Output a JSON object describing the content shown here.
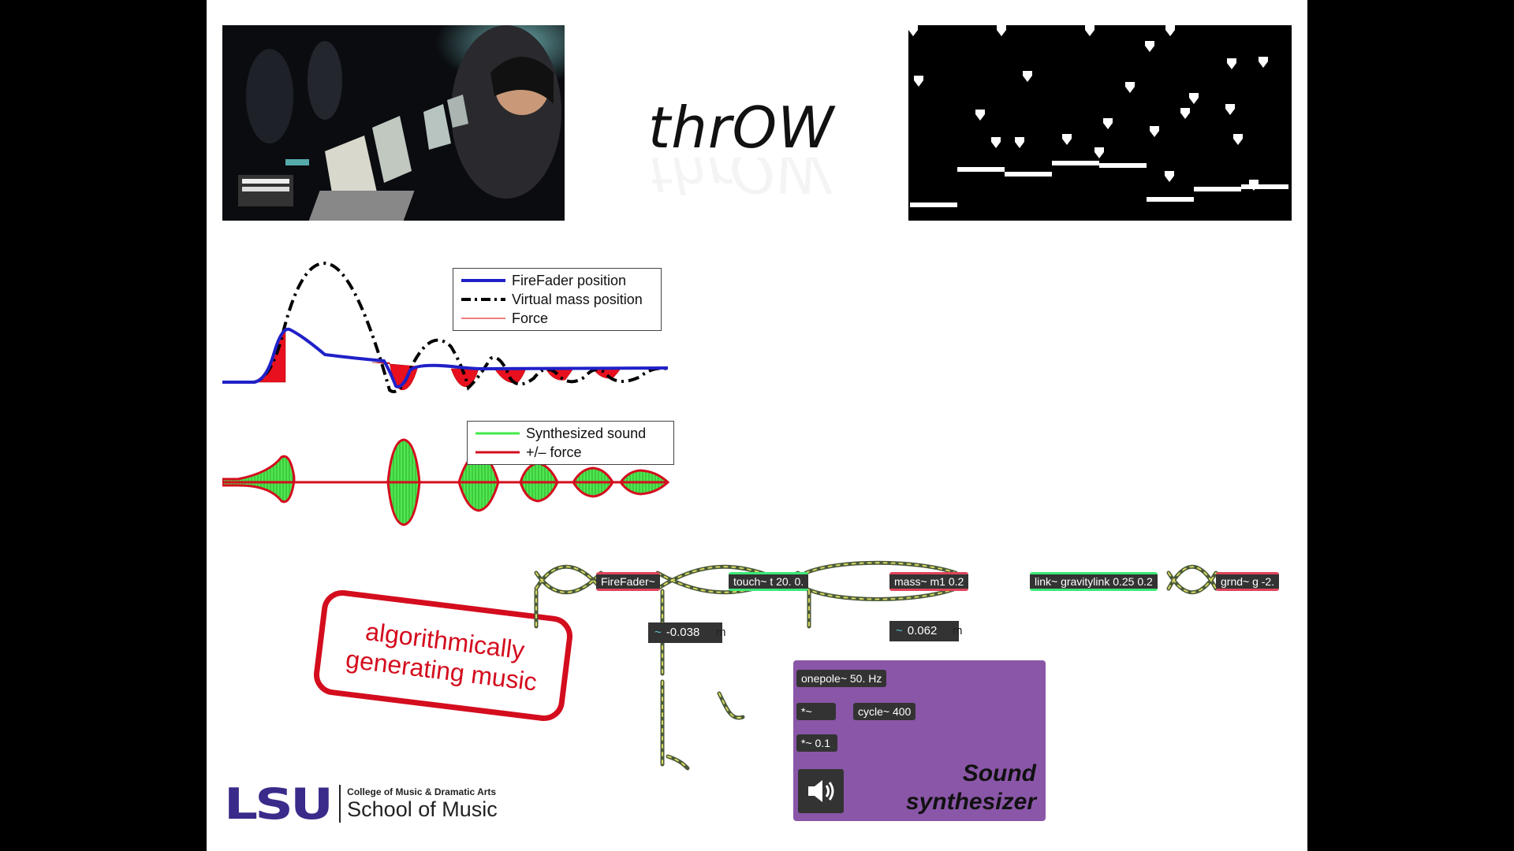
{
  "slide": {
    "title": "thrOW"
  },
  "chart_data": [
    {
      "type": "line",
      "title": "",
      "legend_position": "top-right",
      "series": [
        {
          "name": "FireFader position",
          "color": "#2020c8",
          "style": "solid"
        },
        {
          "name": "Virtual mass position",
          "color": "#000000",
          "style": "dash-dot"
        },
        {
          "name": "Force",
          "color": "#f08080",
          "style": "solid"
        }
      ]
    },
    {
      "type": "line",
      "title": "",
      "legend_position": "top-right",
      "series": [
        {
          "name": "Synthesized sound",
          "color": "#44e84a",
          "style": "solid"
        },
        {
          "name": "+/– force",
          "color": "#d40d1e",
          "style": "solid"
        }
      ]
    }
  ],
  "stamp": {
    "line1": "algorithmically",
    "line2": "generating music"
  },
  "logo": {
    "mark": "LSU",
    "subtitle": "College of Music & Dramatic Arts",
    "name": "School of Music"
  },
  "patch": {
    "objects": {
      "firefader": "FireFader~",
      "touch": "touch~ t 20. 0.",
      "mass": "mass~ m1 0.2",
      "link": "link~ gravitylink 0.25 0.2",
      "grnd": "grnd~ g -2."
    },
    "readouts": {
      "left_value": "-0.038",
      "left_unit": "m",
      "right_value": "0.062",
      "right_unit": "m",
      "icon": "tilde-icon"
    },
    "synth": {
      "onepole": "onepole~ 50. Hz",
      "mult": "*~",
      "cycle": "cycle~ 400",
      "mult2": "*~ 0.1",
      "label_line1": "Sound",
      "label_line2": "synthesizer",
      "speaker_icon": "speaker-icon"
    }
  },
  "colors": {
    "accent_red": "#d40d1e",
    "patch_purple": "#8a56a8",
    "lsu_purple": "#3a2a8a"
  }
}
